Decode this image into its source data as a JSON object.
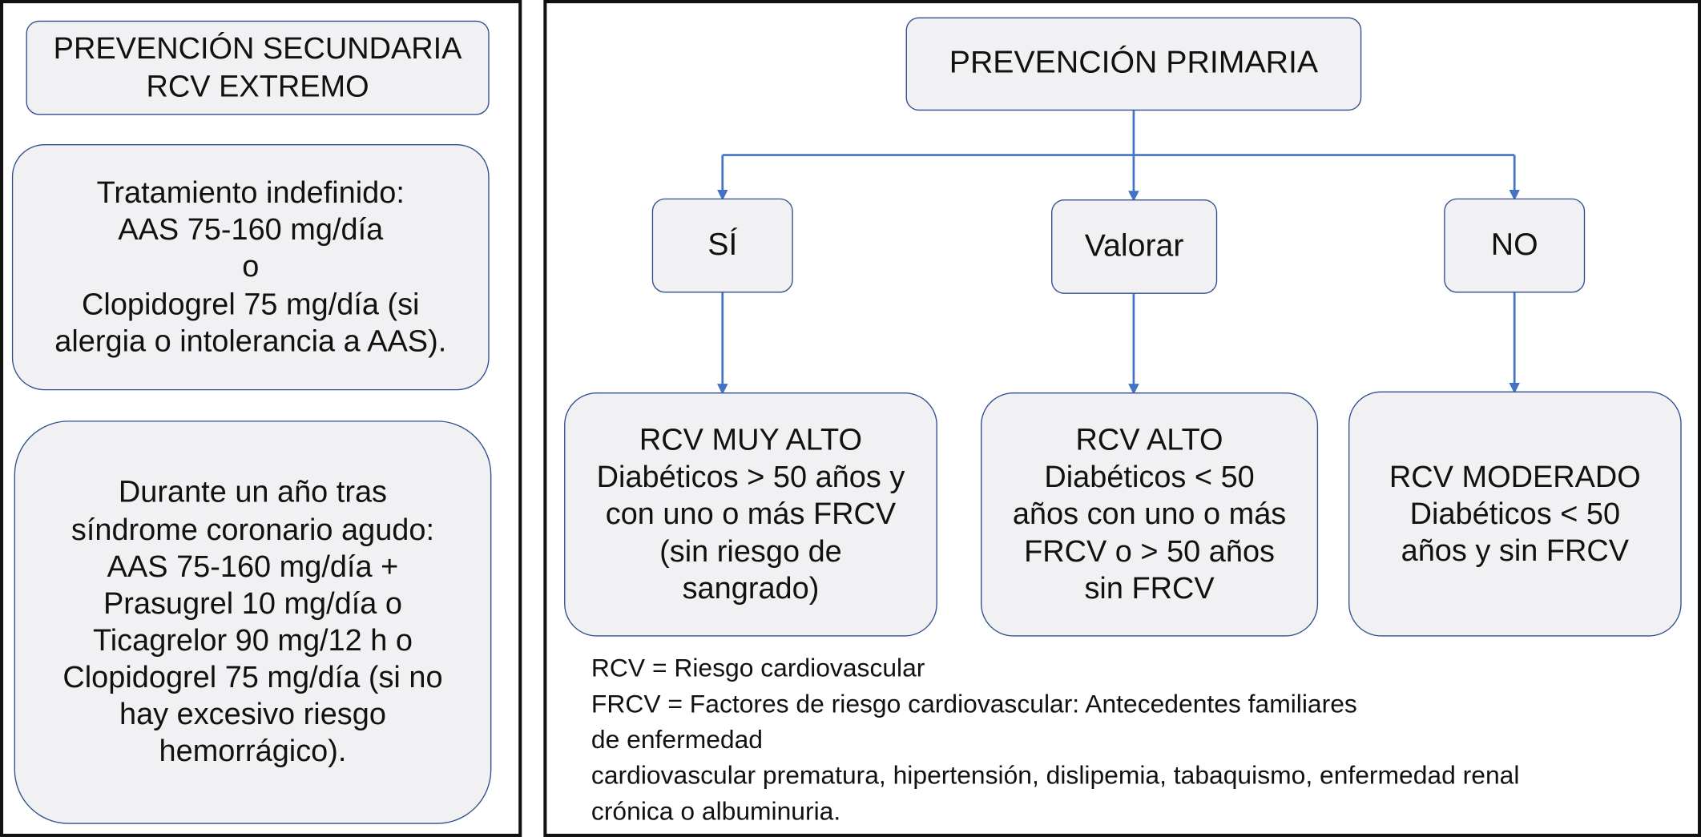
{
  "left_panel": {
    "title": "PREVENCIÓN SECUNDARIA\nRCV  EXTREMO",
    "indefinite_treatment": "Tratamiento indefinido:\nAAS 75-160 mg/día\no\nClopidogrel  75 mg/día (si\nalergia o intolerancia a AAS).",
    "post_acs_treatment": "Durante un año tras\nsíndrome coronario agudo:\nAAS 75-160 mg/día +\nPrasugrel 10 mg/día o\nTicagrelor 90 mg/12 h o\nClopidogrel 75 mg/día (si no\nhay excesivo riesgo\nhemorrágico)."
  },
  "right_panel": {
    "title": "PREVENCIÓN PRIMARIA",
    "decisions": {
      "yes": "SÍ",
      "assess": "Valorar",
      "no": "NO"
    },
    "outcomes": {
      "very_high": "RCV MUY ALTO\nDiabéticos > 50 años y\ncon uno o más FRCV\n(sin riesgo de\nsangrado)",
      "high": "RCV ALTO\nDiabéticos < 50\naños con uno o más\nFRCV o > 50 años\nsin FRCV",
      "moderate": "RCV MODERADO\nDiabéticos < 50\naños y sin FRCV"
    },
    "legend": [
      "RCV = Riesgo cardiovascular",
      "FRCV = Factores de riesgo cardiovascular: Antecedentes familiares",
      "de enfermedad",
      "cardiovascular prematura, hipertensión, dislipemia, tabaquismo, enfermedad renal",
      "crónica o albuminuria."
    ]
  },
  "colors": {
    "box_fill": "#f1f1f3",
    "box_border": "#2f4f8f",
    "connector": "#4472c4",
    "panel_border": "#111111"
  }
}
